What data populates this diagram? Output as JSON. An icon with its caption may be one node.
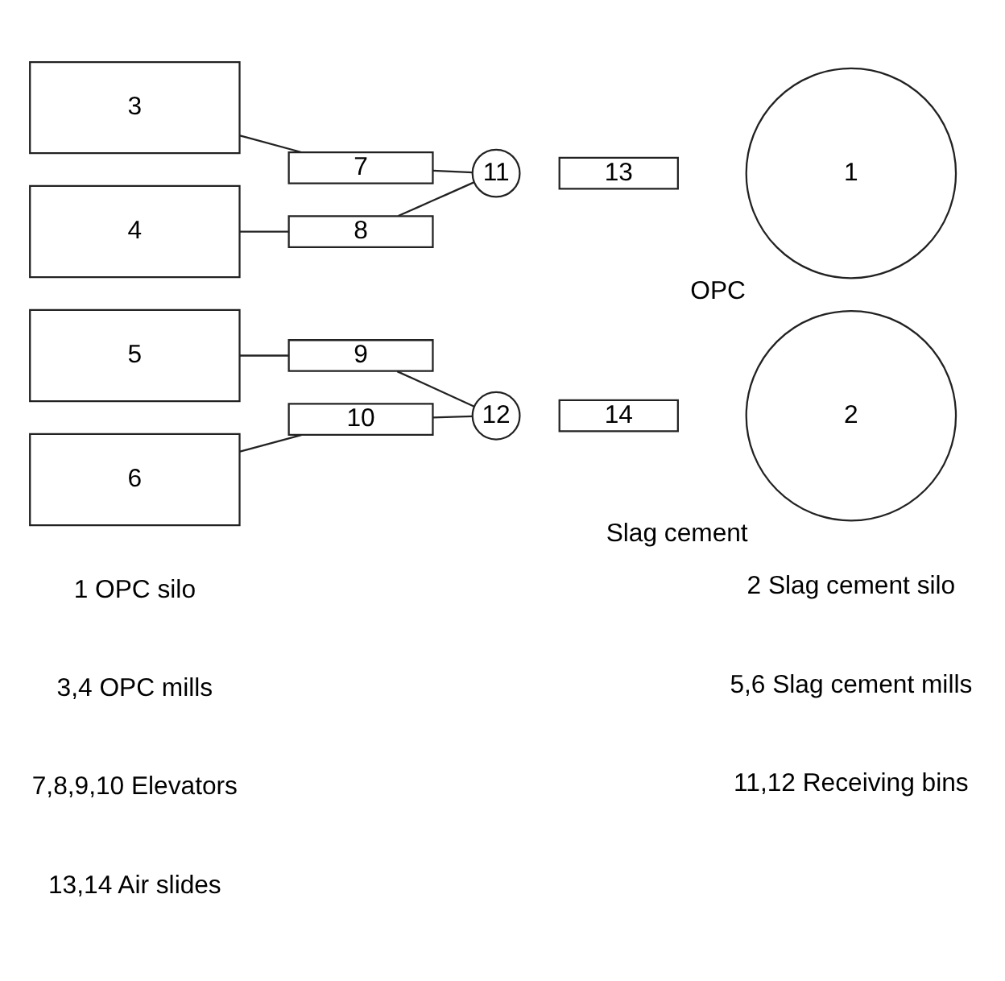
{
  "diagram": {
    "nodes": [
      {
        "text": [
          "3"
        ]
      },
      {
        "text": [
          "4"
        ]
      },
      {
        "text": [
          "7"
        ]
      },
      {
        "text": [
          "8"
        ]
      },
      {
        "text": [
          "11"
        ]
      },
      {
        "text": [
          "13"
        ]
      },
      {
        "text": [
          "1"
        ],
        "beside": [
          "OPC"
        ]
      },
      {
        "text": [
          "5"
        ]
      },
      {
        "text": [
          "6"
        ]
      },
      {
        "text": [
          "9"
        ]
      },
      {
        "text": [
          "10"
        ]
      },
      {
        "text": [
          "12"
        ]
      },
      {
        "text": [
          "14"
        ]
      },
      {
        "text": [
          "2"
        ],
        "beside": [
          "Slag cement"
        ]
      }
    ],
    "edges": [
      {
        "from": 0,
        "to": 2,
        "arrow": "none"
      },
      {
        "from": 1,
        "to": 3,
        "arrow": "none"
      },
      {
        "from": 2,
        "to": 4,
        "arrow": "none"
      },
      {
        "from": 3,
        "to": 4,
        "arrow": "none"
      },
      {
        "from": 7,
        "to": 9,
        "arrow": "none"
      },
      {
        "from": 8,
        "to": 10,
        "arrow": "none"
      },
      {
        "from": 9,
        "to": 11,
        "arrow": "none"
      },
      {
        "from": 10,
        "to": 11,
        "arrow": "none"
      }
    ],
    "labels": [
      "1 OPC silo",
      "2 Slag cement silo",
      "3,4 OPC mills",
      "5,6 Slag cement mills",
      "7,8,9,10 Elevators",
      "11,12 Receiving bins",
      "13,14 Air slides"
    ]
  }
}
